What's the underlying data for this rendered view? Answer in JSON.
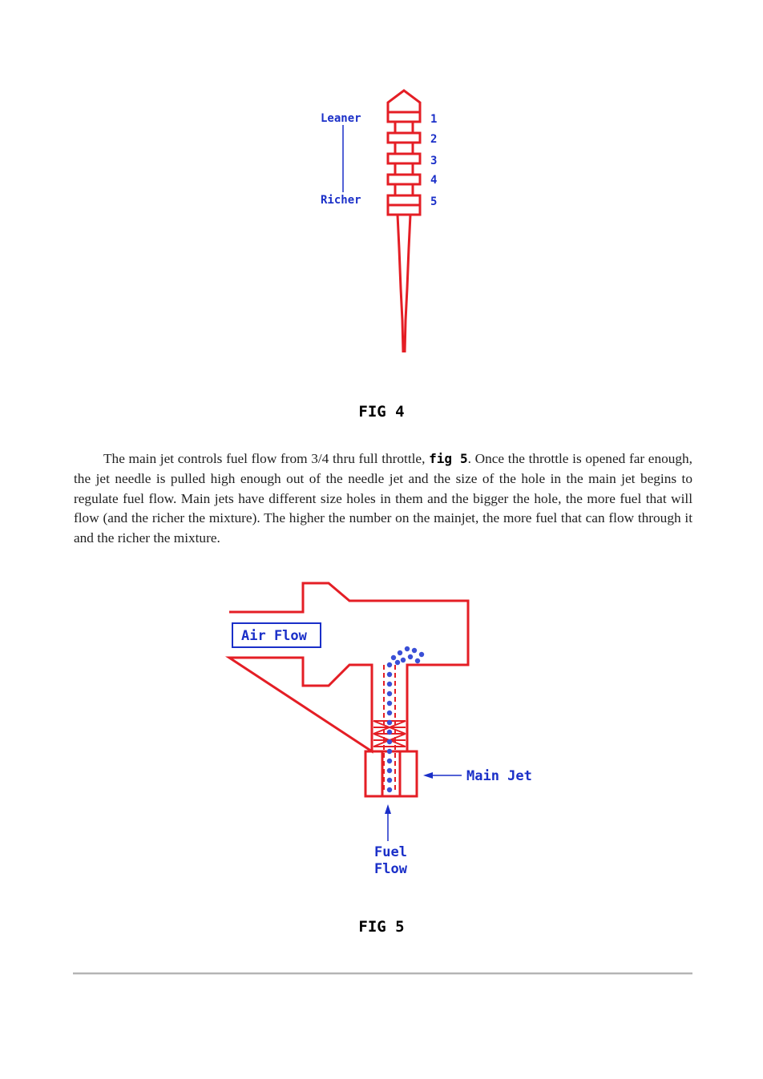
{
  "figure4": {
    "leaner_label": "Leaner",
    "richer_label": "Richer",
    "positions": [
      "1",
      "2",
      "3",
      "4",
      "5"
    ],
    "caption": "FIG 4",
    "colors": {
      "needle": "#e41e25",
      "label": "#1a2fc8"
    }
  },
  "paragraph": {
    "text_before": "The main jet controls fuel flow from 3/4 thru full throttle, ",
    "figure_ref": "fig 5",
    "text_after": ". Once the throttle is opened far enough, the jet needle is pulled high enough out of the needle jet and the size of the hole in the main jet begins to regulate fuel flow. Main jets have different size holes in them and the bigger the hole, the more fuel that will flow (and the richer the mixture). The higher the number on the mainjet, the more fuel that can flow through it and the richer the mixture."
  },
  "figure5": {
    "air_flow_label": "Air Flow",
    "main_jet_label": "Main Jet",
    "fuel_label_line1": "Fuel",
    "fuel_label_line2": "Flow",
    "caption": "FIG 5",
    "colors": {
      "body": "#e41e25",
      "fuel": "#3a4fd6",
      "label": "#1a2fc8"
    }
  }
}
